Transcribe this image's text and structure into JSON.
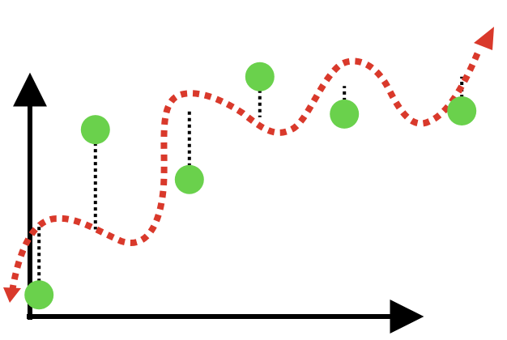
{
  "chart_data": {
    "type": "scatter",
    "title": "",
    "xlabel": "",
    "ylabel": "",
    "grid": false,
    "legend": "none",
    "xlim": [
      0,
      10
    ],
    "ylim": [
      0,
      10
    ],
    "points": [
      {
        "x": 0.4,
        "y": 0.8
      },
      {
        "x": 1.6,
        "y": 6.1
      },
      {
        "x": 3.6,
        "y": 4.5
      },
      {
        "x": 5.1,
        "y": 7.8
      },
      {
        "x": 6.9,
        "y": 6.6
      },
      {
        "x": 9.4,
        "y": 6.7
      }
    ],
    "fitted_curve": [
      {
        "x": 0.4,
        "y": 3.1
      },
      {
        "x": 1.6,
        "y": 2.9
      },
      {
        "x": 3.6,
        "y": 6.7
      },
      {
        "x": 5.1,
        "y": 6.5
      },
      {
        "x": 6.9,
        "y": 7.5
      },
      {
        "x": 9.4,
        "y": 7.8
      }
    ],
    "colors": {
      "axes": "#000000",
      "points": "#6ad14c",
      "curve": "#d9392b",
      "residuals": "#000000"
    }
  }
}
